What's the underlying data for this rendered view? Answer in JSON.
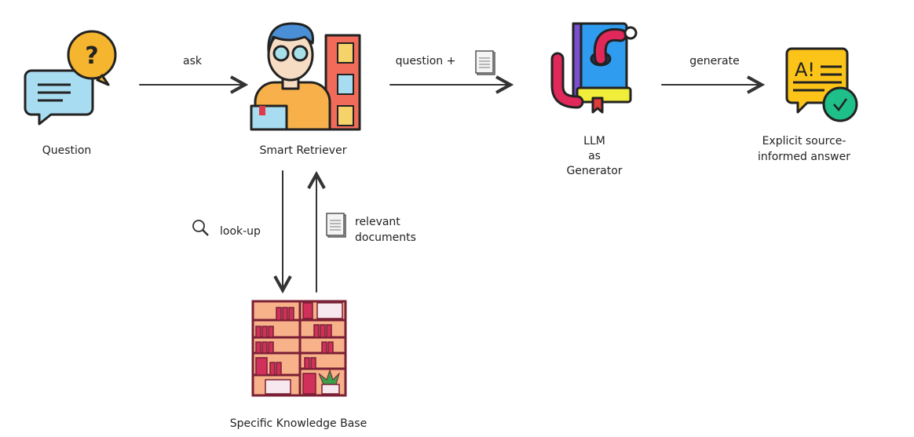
{
  "nodes": {
    "question": {
      "label": "Question"
    },
    "retriever": {
      "label": "Smart Retriever"
    },
    "llm": {
      "lines": [
        "LLM",
        "as",
        "Generator"
      ]
    },
    "answer": {
      "lines": [
        "Explicit source-",
        "informed answer"
      ],
      "icon_text": "A!"
    },
    "knowledge_base": {
      "label": "Specific Knowledge Base"
    },
    "question_icon_text": "?"
  },
  "edges": {
    "ask": "ask",
    "question_plus": "question +",
    "generate": "generate",
    "lookup": "look-up",
    "relevant_docs": [
      "relevant",
      "documents"
    ]
  },
  "colors": {
    "question_bubble": "#a8dcf0",
    "question_mark_bubble": "#f5b52e",
    "retriever_shirt": "#f7b04a",
    "retriever_hair": "#4a8fd6",
    "llm_book": "#2f9cf0",
    "worm": "#e0285a",
    "answer_bubble": "#fcc419",
    "check": "#1fbf8a",
    "shelf": "#f7b28a",
    "shelf_frame": "#7a1f35"
  }
}
